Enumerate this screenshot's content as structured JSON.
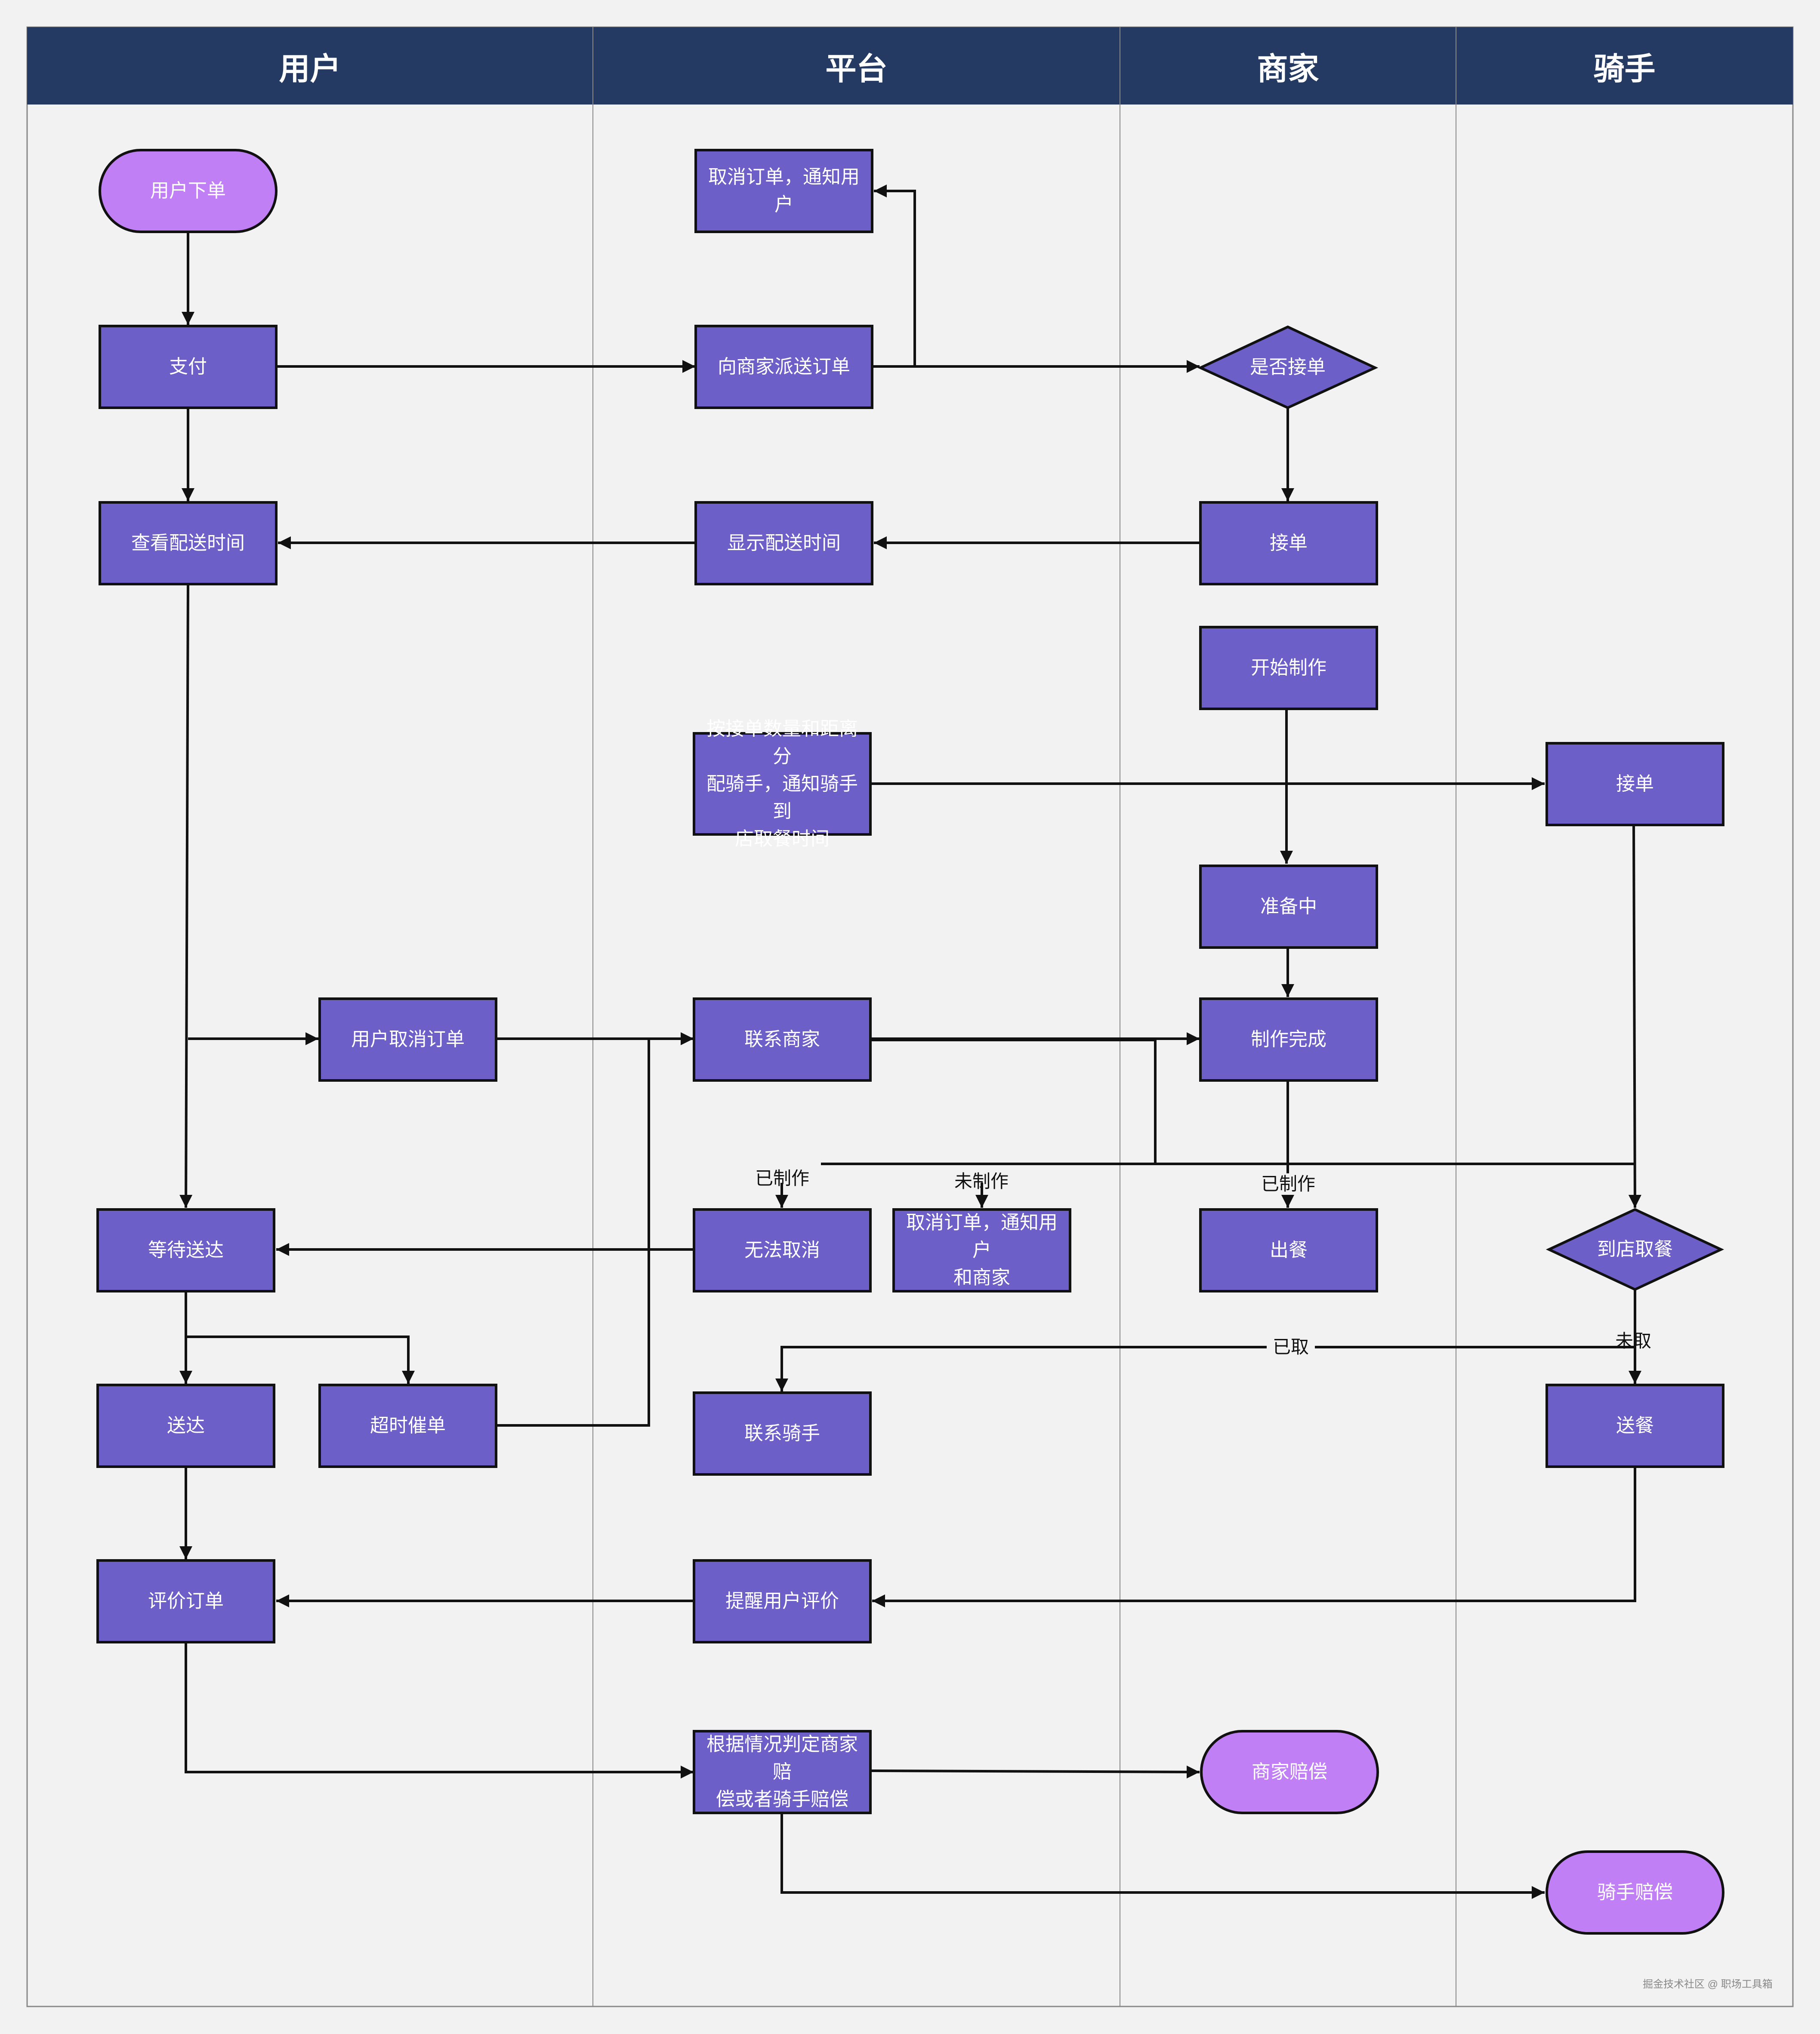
{
  "lanes": {
    "user": "用户",
    "platform": "平台",
    "merchant": "商家",
    "rider": "骑手"
  },
  "nodes": {
    "user_order": "用户下单",
    "pay": "支付",
    "view_time": "查看配送时间",
    "user_cancel": "用户取消订单",
    "wait_delivery": "等待送达",
    "delivered": "送达",
    "timeout_urge": "超时催单",
    "rate_order": "评价订单",
    "cancel_notify_user": "取消订单，通知用户",
    "dispatch_to_merchant": "向商家派送订单",
    "show_time": "显示配送时间",
    "assign_rider": "按接单数量和距离分\n配骑手，通知骑手到\n店取餐时间",
    "contact_merchant": "联系商家",
    "cannot_cancel": "无法取消",
    "cancel_notify_both": "取消订单，通知用户\n和商家",
    "contact_rider": "联系骑手",
    "remind_rate": "提醒用户评价",
    "judge_comp": "根据情况判定商家赔\n偿或者骑手赔偿",
    "accept_decision": "是否接单",
    "merchant_accept": "接单",
    "start_cooking": "开始制作",
    "preparing": "准备中",
    "cooking_done": "制作完成",
    "meal_out": "出餐",
    "merchant_comp": "商家赔偿",
    "rider_accept": "接单",
    "pickup_decision": "到店取餐",
    "deliver_food": "送餐",
    "rider_comp": "骑手赔偿"
  },
  "edge_labels": {
    "made_1": "已制作",
    "not_made": "未制作",
    "made_2": "已制作",
    "picked": "已取",
    "not_picked": "未取"
  },
  "footer": "掘金技术社区 @ 职场工具箱",
  "colors": {
    "header": "#243a63",
    "process": "#6c5fc7",
    "terminal": "#c17ff5",
    "background": "#f2f2f2",
    "stroke": "#111111"
  }
}
